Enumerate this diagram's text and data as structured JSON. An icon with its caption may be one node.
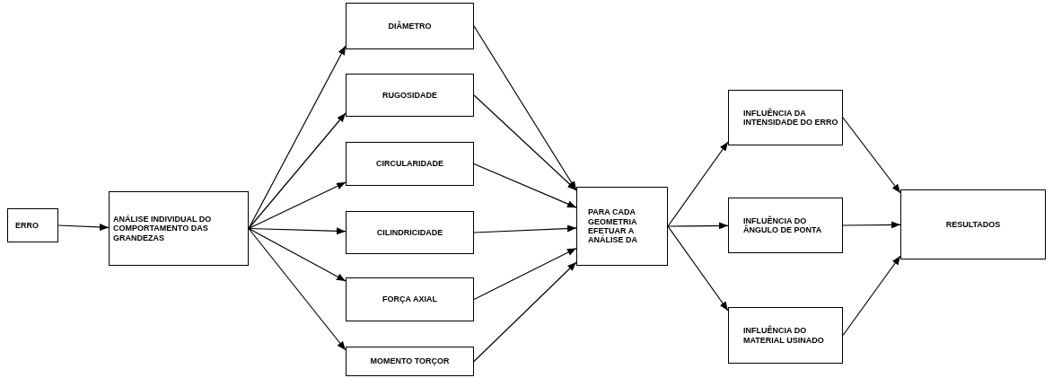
{
  "diagram": {
    "nodes": [
      {
        "text": [
          "ERRO"
        ]
      },
      {
        "text": [
          "ANÁLISE INDIVIDUAL DO COMPORTAMENTO DAS GRANDEZAS"
        ]
      },
      {
        "text": [
          "DIÂMETRO"
        ]
      },
      {
        "text": [
          "RUGOSIDADE"
        ]
      },
      {
        "text": [
          "CIRCULARIDADE"
        ]
      },
      {
        "text": [
          "CILINDRICIDADE"
        ]
      },
      {
        "text": [
          "FORÇA AXIAL"
        ]
      },
      {
        "text": [
          "MOMENTO TORÇOR"
        ]
      },
      {
        "text": [
          "PARA CADA GEOMETRIA EFETUAR A ANÁLISE DA"
        ]
      },
      {
        "text": [
          "INFLUÊNCIA DA INTENSIDADE DO ERRO"
        ]
      },
      {
        "text": [
          "INFLUÊNCIA DO ÂNGULO DE PONTA"
        ]
      },
      {
        "text": [
          "INFLUÊNCIA DO MATERIAL USINADO"
        ]
      },
      {
        "text": [
          "RESULTADOS"
        ]
      }
    ],
    "edges": [
      {
        "from": 0,
        "to": 1,
        "arrow": "to"
      },
      {
        "from": 1,
        "to": 2,
        "arrow": "to"
      },
      {
        "from": 1,
        "to": 3,
        "arrow": "to"
      },
      {
        "from": 1,
        "to": 4,
        "arrow": "to"
      },
      {
        "from": 1,
        "to": 5,
        "arrow": "to"
      },
      {
        "from": 1,
        "to": 6,
        "arrow": "to"
      },
      {
        "from": 1,
        "to": 7,
        "arrow": "to"
      },
      {
        "from": 2,
        "to": 8,
        "arrow": "to"
      },
      {
        "from": 3,
        "to": 8,
        "arrow": "to"
      },
      {
        "from": 4,
        "to": 8,
        "arrow": "to"
      },
      {
        "from": 5,
        "to": 8,
        "arrow": "to"
      },
      {
        "from": 6,
        "to": 8,
        "arrow": "to"
      },
      {
        "from": 7,
        "to": 8,
        "arrow": "to"
      },
      {
        "from": 8,
        "to": 9,
        "arrow": "to"
      },
      {
        "from": 8,
        "to": 10,
        "arrow": "to"
      },
      {
        "from": 8,
        "to": 11,
        "arrow": "to"
      },
      {
        "from": 9,
        "to": 12,
        "arrow": "to"
      },
      {
        "from": 10,
        "to": 12,
        "arrow": "to"
      },
      {
        "from": 11,
        "to": 12,
        "arrow": "to"
      }
    ]
  }
}
